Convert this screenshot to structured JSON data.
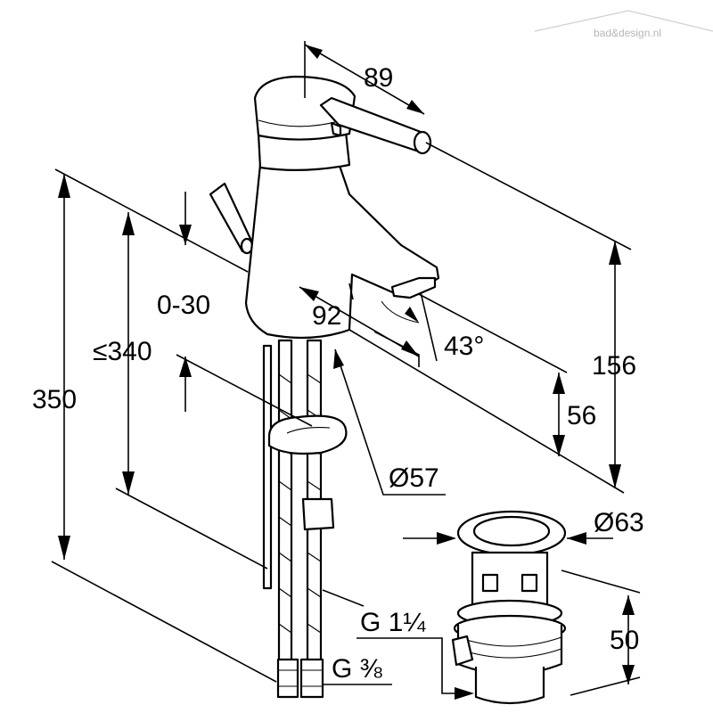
{
  "watermark": {
    "text": "bad&design.nl"
  },
  "dimensions": {
    "spout_reach": "89",
    "total_height": "350",
    "max_deck_thickness": "≤340",
    "adjust_range": "0-30",
    "spout_projection": "92",
    "swivel_angle": "43°",
    "height_above_deck": "156",
    "spout_clearance": "56",
    "base_diameter": "Ø57",
    "waste_flange_diameter": "Ø63",
    "waste_thread": "G 1¼",
    "waste_body_height": "50",
    "supply_connection": "G ⅜"
  },
  "colors": {
    "line": "#000000",
    "background": "#ffffff",
    "watermark": "#b5b5b5"
  }
}
